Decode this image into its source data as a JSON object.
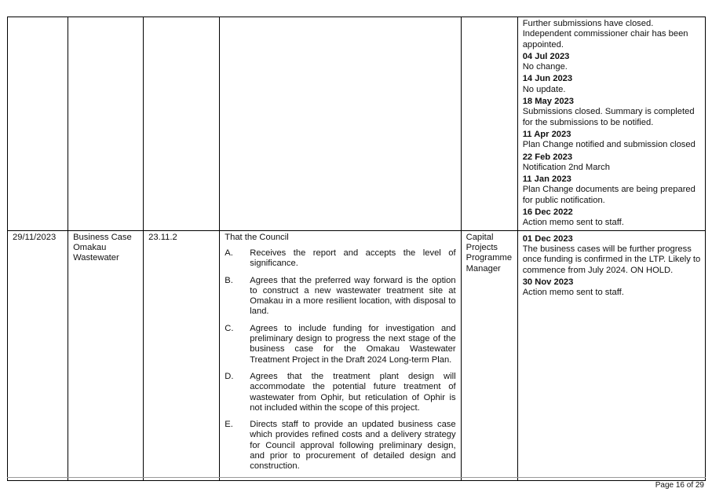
{
  "row1": {
    "updates": [
      {
        "date": "",
        "text": "Further submissions have closed. Independent commissioner chair has been appointed."
      },
      {
        "date": "04 Jul 2023",
        "text": "No change."
      },
      {
        "date": "14 Jun 2023",
        "text": "No update."
      },
      {
        "date": "18 May 2023",
        "text": "Submissions closed. Summary is completed for the submissions to be notified."
      },
      {
        "date": "11 Apr 2023",
        "text": "Plan Change notified and submission closed"
      },
      {
        "date": "22 Feb 2023",
        "text": "Notification 2nd March"
      },
      {
        "date": "11 Jan 2023",
        "text": "Plan Change documents are being prepared for public notification."
      },
      {
        "date": "16 Dec 2022",
        "text": "Action memo sent to staff."
      }
    ]
  },
  "row2": {
    "date": "29/11/2023",
    "subject": "Business Case Omakau Wastewater",
    "ref": "23.11.2",
    "intro": "That the Council",
    "resolutions": [
      {
        "letter": "A.",
        "text": "Receives the report and accepts the level of significance."
      },
      {
        "letter": "B.",
        "text": "Agrees that the preferred way forward is the option to construct a new wastewater treatment site at Omakau in a more resilient location, with disposal to land."
      },
      {
        "letter": "C.",
        "text": "Agrees to include funding for investigation and preliminary design to progress the next stage of the business case for the Omakau Wastewater Treatment Project in the Draft 2024 Long-term Plan."
      },
      {
        "letter": "D.",
        "text": "Agrees that the treatment plant design will accommodate the potential future treatment of wastewater from Ophir, but reticulation of Ophir is not included within the scope of this project."
      },
      {
        "letter": "E.",
        "text": "Directs staff to provide an updated business case which provides refined costs and a delivery strategy for Council approval following preliminary design, and prior to procurement of detailed design and construction."
      }
    ],
    "responsible": "Capital Projects Programme Manager",
    "updates": [
      {
        "date": "01 Dec 2023",
        "text": "The business cases will be further progress once funding is confirmed in the LTP. Likely to commence from July 2024. ON HOLD."
      },
      {
        "date": "30 Nov 2023",
        "text": "Action memo sent to staff."
      }
    ]
  },
  "footer": {
    "page": "Page 16 of 29"
  }
}
